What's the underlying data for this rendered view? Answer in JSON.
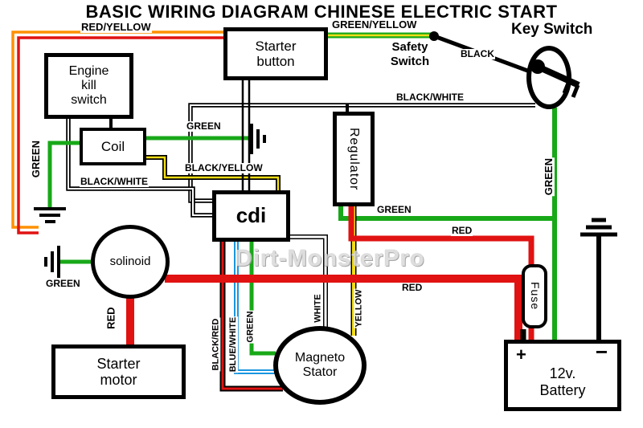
{
  "title": "BASIC WIRING DIAGRAM CHINESE ELECTRIC START",
  "watermark": "Dirt-MonsterPro",
  "components": {
    "starter_button": "Starter button",
    "key_switch": "Key Switch",
    "safety_switch": "Safety Switch",
    "engine_kill_switch": "Engine kill switch",
    "coil": "Coil",
    "regulator": "Regulator",
    "cdi": "cdi",
    "solinoid": "solinoid",
    "fuse": "Fuse",
    "starter_motor": "Starter motor",
    "magneto_stator": "Magneto Stator",
    "battery": "12v. Battery",
    "battery_positive": "+",
    "battery_negative": "−"
  },
  "wire_labels": {
    "red_yellow": "RED/YELLOW",
    "green_yellow": "GREEN/YELLOW",
    "black": "BLACK",
    "black_white_top": "BLACK/WHITE",
    "black_white_left": "BLACK/WHITE",
    "green_coil": "GREEN",
    "black_yellow": "BLACK/YELLOW",
    "green_left": "GREEN",
    "green_solinoid": "GREEN",
    "green_regulator": "GREEN",
    "red_regulator": "RED",
    "red_main": "RED",
    "red_starter": "RED",
    "black_red": "BLACK/RED",
    "blue_white": "BLUE/WHITE",
    "green_cdi": "GREEN",
    "white": "WHITE",
    "yellow": "YELLOW",
    "green_key": "GREEN"
  },
  "colors": {
    "red": "#e11212",
    "orange": "#ff9000",
    "green": "#18a818",
    "yellow": "#f2dc16",
    "blue": "#1b96e0",
    "black": "#000000"
  }
}
